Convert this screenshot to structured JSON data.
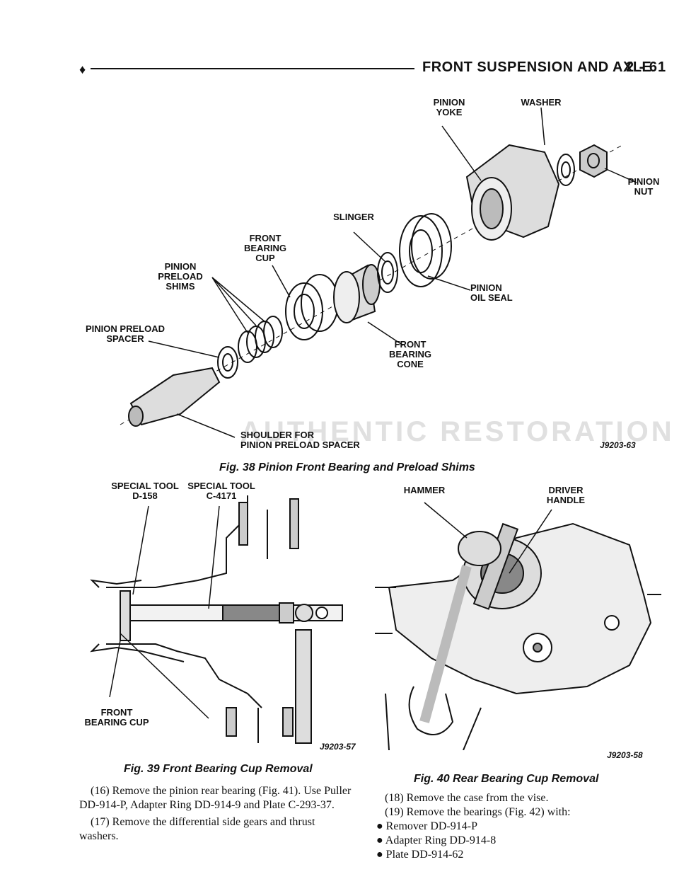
{
  "header": {
    "diamond": "♦",
    "title": "FRONT SUSPENSION AND AXLE",
    "page": "2 - 61"
  },
  "fig38": {
    "labels": {
      "pinion_yoke": "PINION\nYOKE",
      "washer": "WASHER",
      "pinion_nut": "PINION\nNUT",
      "slinger": "SLINGER",
      "front_bearing_cup": "FRONT\nBEARING\nCUP",
      "pinion_preload_shims": "PINION\nPRELOAD\nSHIMS",
      "pinion_preload_spacer": "PINION PRELOAD\nSPACER",
      "pinion_oil_seal": "PINION\nOIL SEAL",
      "front_bearing_cone": "FRONT\nBEARING\nCONE",
      "shoulder": "SHOULDER FOR\nPINION PRELOAD SPACER"
    },
    "code": "J9203-63",
    "caption": "Fig. 38 Pinion Front Bearing and Preload Shims",
    "watermark": "AUTHENTIC RESTORATION"
  },
  "fig39": {
    "labels": {
      "special_tool_d158": "SPECIAL TOOL\nD-158",
      "special_tool_c4171": "SPECIAL TOOL\nC-4171",
      "front_bearing_cup": "FRONT\nBEARING CUP"
    },
    "code": "J9203-57",
    "caption": "Fig. 39 Front Bearing Cup Removal"
  },
  "fig40": {
    "labels": {
      "hammer": "HAMMER",
      "driver_handle": "DRIVER\nHANDLE"
    },
    "code": "J9203-58",
    "caption": "Fig. 40 Rear Bearing Cup Removal"
  },
  "left_text": {
    "p16": "(16) Remove the pinion rear bearing (Fig. 41). Use Puller DD-914-P, Adapter Ring DD-914-9 and Plate C-293-37.",
    "p17": "(17) Remove the differential side gears and thrust washers."
  },
  "right_text": {
    "p18": "(18) Remove the case from the vise.",
    "p19": "(19) Remove the bearings (Fig. 42) with:",
    "bullets": [
      "Remover DD-914-P",
      "Adapter Ring DD-914-8",
      "Plate DD-914-62"
    ]
  }
}
